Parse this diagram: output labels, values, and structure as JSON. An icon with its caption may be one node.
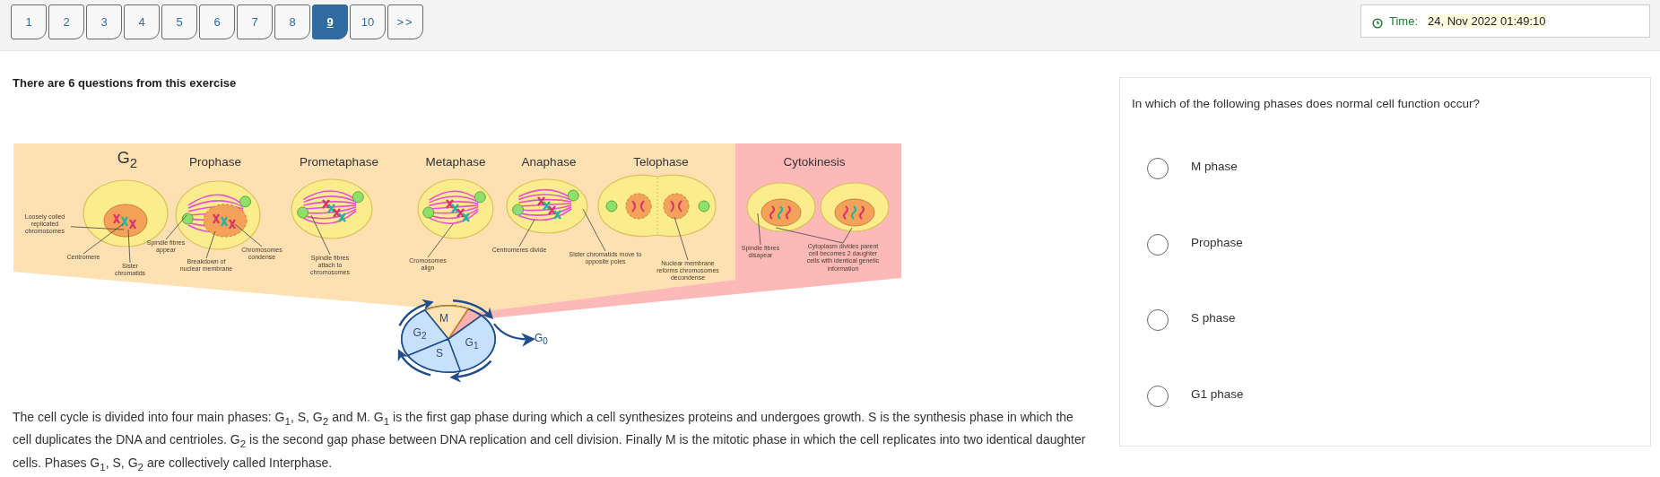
{
  "diagram": {
    "nodes": [
      {
        "text": [
          "Loosely coiled replicated chromosomes"
        ]
      },
      {
        "text": [
          "Centromere"
        ]
      },
      {
        "text": [
          "Sister chromatids"
        ]
      },
      {
        "text": [
          "Spindle fibres appear"
        ]
      },
      {
        "text": [
          "Breakdown of nuclear membrane"
        ]
      },
      {
        "text": [
          "Chromosomes condense"
        ]
      },
      {
        "text": [
          "Spindle fibres attach to chromosomes"
        ]
      },
      {
        "text": [
          "Cromosomes align"
        ]
      },
      {
        "text": [
          "Centromeres divide"
        ]
      },
      {
        "text": [
          "Sister chromatids move to opposite poles"
        ]
      },
      {
        "text": [
          "Nuclear membrane reforms chromosomes decondense"
        ]
      },
      {
        "text": [
          "Spindle fibres disapear"
        ]
      },
      {
        "text": [
          "Cytoplasm divides parent cell becomes 2 daughter cells with identical genetic information"
        ]
      },
      {
        "text": [
          "M"
        ]
      },
      {
        "text": [
          "G$_{2}$"
        ]
      },
      {
        "text": [
          "S"
        ]
      },
      {
        "text": [
          "G$_{1}$"
        ]
      },
      {
        "text": [
          "G$_{0}$"
        ]
      },
      {
        "text": [],
        "shape": "picture"
      },
      {
        "text": [],
        "shape": "picture"
      },
      {
        "text": [],
        "shape": "picture"
      },
      {
        "text": [],
        "shape": "picture"
      },
      {
        "text": [],
        "shape": "picture"
      },
      {
        "text": [],
        "shape": "picture"
      },
      {
        "text": [],
        "shape": "picture"
      },
      {
        "text": [],
        "shape": "picture"
      }
    ],
    "edges": [
      {
        "from": 0,
        "to": 18,
        "arrow": "none"
      },
      {
        "from": 1,
        "to": 18,
        "arrow": "none"
      },
      {
        "from": 2,
        "to": 18,
        "arrow": "none"
      },
      {
        "from": 3,
        "to": 19,
        "arrow": "none"
      },
      {
        "from": 4,
        "to": 19,
        "arrow": "none"
      },
      {
        "from": 5,
        "to": 19,
        "arrow": "none"
      },
      {
        "from": 6,
        "to": 20,
        "arrow": "none"
      },
      {
        "from": 7,
        "to": 21,
        "arrow": "none"
      },
      {
        "from": 8,
        "to": 22,
        "arrow": "none"
      },
      {
        "from": 9,
        "to": 22,
        "arrow": "none"
      },
      {
        "from": 10,
        "to": 23,
        "arrow": "none"
      },
      {
        "from": 11,
        "to": 24,
        "arrow": "none"
      },
      {
        "from": 12,
        "to": 24,
        "arrow": "none"
      },
      {
        "from": 12,
        "to": 25,
        "arrow": "none"
      },
      {
        "from": 16,
        "to": 17,
        "arrow": "to"
      },
      {
        "from": 13,
        "to": 16,
        "arrow": "to"
      },
      {
        "from": 16,
        "to": 15,
        "arrow": "to"
      },
      {
        "from": 15,
        "to": 14,
        "arrow": "to"
      },
      {
        "from": 14,
        "to": 13,
        "arrow": "to"
      }
    ],
    "labels": [
      "1",
      "2",
      "3",
      "4",
      "5",
      "6",
      "7",
      "8",
      "9",
      "10",
      ">>",
      "Time:",
      "24, Nov 2022 01:49:10",
      "There are 6 questions from this exercise",
      "In which of the following phases does normal cell function occur?",
      "M phase",
      "Prophase",
      "S phase",
      "G1 phase",
      "G$_{2}$",
      "Prophase",
      "Prometaphase",
      "Metaphase",
      "Anaphase",
      "Telophase",
      "Cytokinesis",
      "The cell cycle is divided into four main phases: G$_{1}$, S, G$_{2}$ and M. G$_{1}$ is the first gap phase during which a cell synthesizes proteins and undergoes growth. S is the synthesis phase in which the cell duplicates the DNA and centrioles. G$_{2}$ is the second gap phase between DNA replication and cell division. Finally M is the mitotic phase in which the cell replicates into two identical daughter cells. Phases G$_{1}$, S, G$_{2}$ are collectively called Interphase."
    ]
  }
}
